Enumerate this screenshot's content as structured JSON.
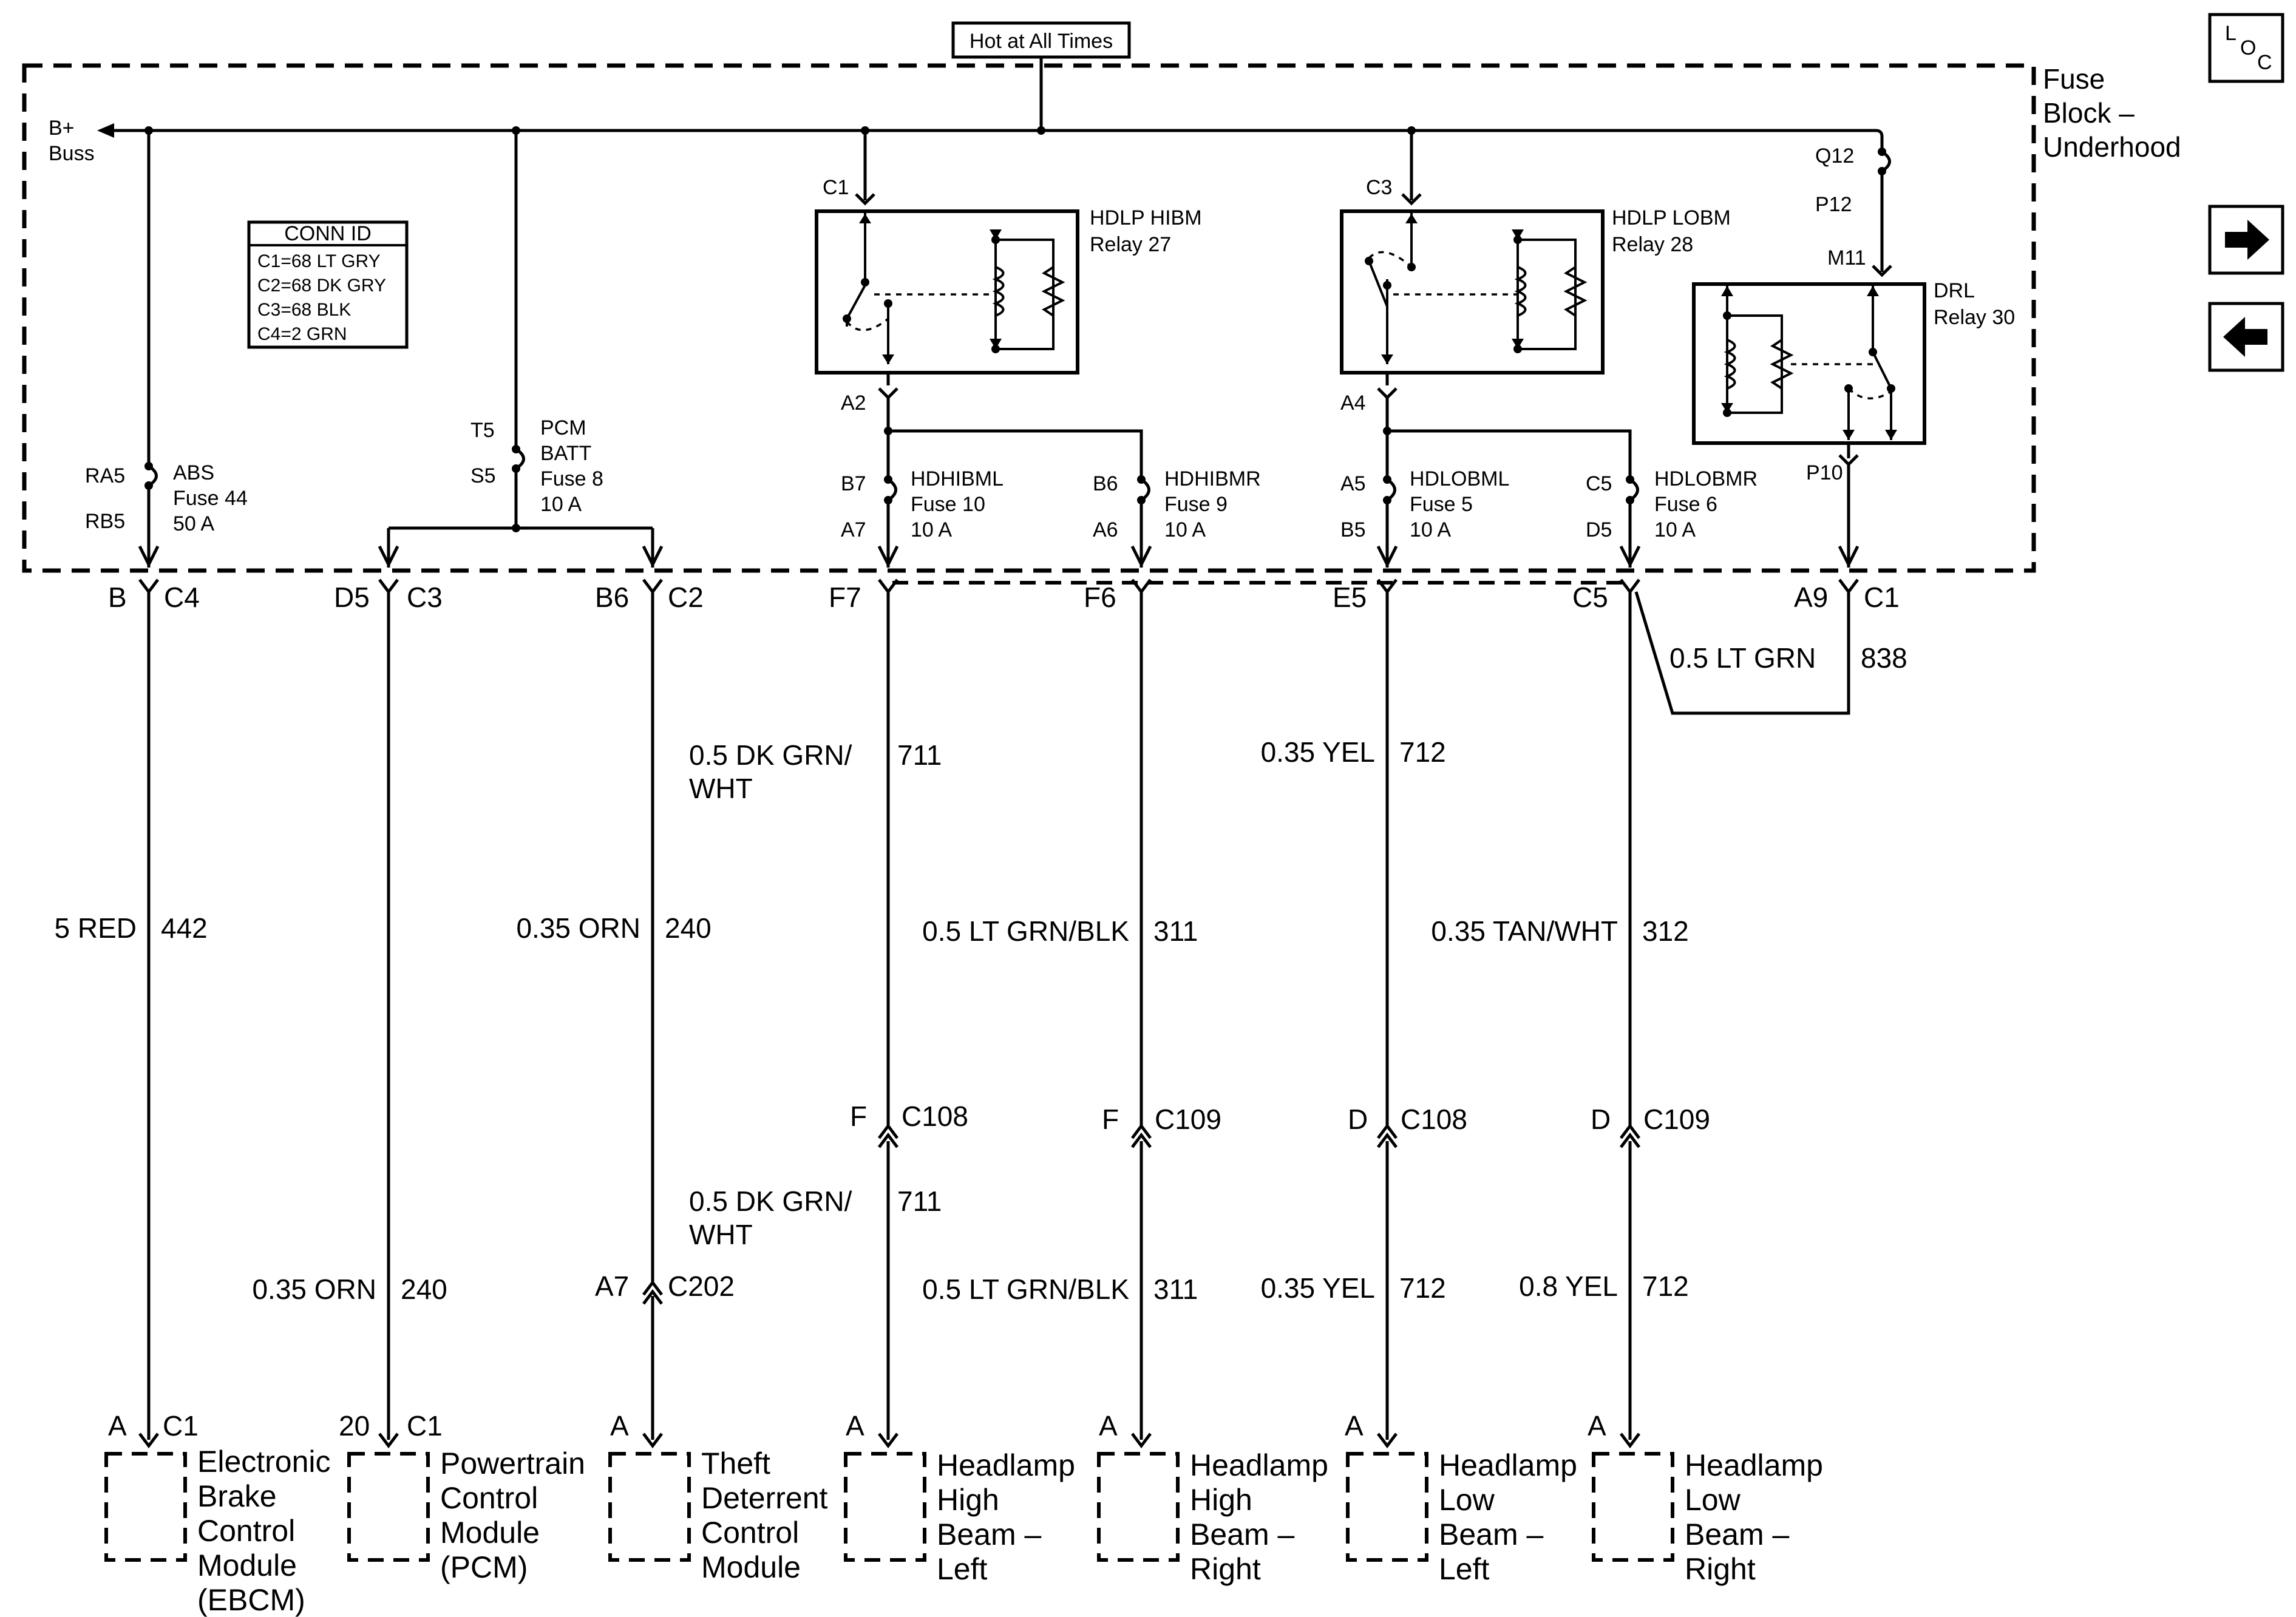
{
  "hot_label": "Hot at All Times",
  "fuse_block": {
    "line1": "Fuse",
    "line2": "Block –",
    "line3": "Underhood"
  },
  "bbus": {
    "line1": "B+",
    "line2": "Buss"
  },
  "conn_id": {
    "title": "CONN ID",
    "rows": [
      "C1=68 LT GRY",
      "C2=68 DK GRY",
      "C3=68 BLK",
      "C4=2 GRN"
    ]
  },
  "loc_icon": {
    "l": "L",
    "o": "O",
    "c": "C"
  },
  "nav": {
    "next_icon": "arrow-right-icon",
    "prev_icon": "arrow-left-icon"
  },
  "relays": {
    "hibm": {
      "name": "HDLP HIBM",
      "num": "Relay 27",
      "in": "C1",
      "out": "A2"
    },
    "lobm": {
      "name": "HDLP LOBM",
      "num": "Relay 28",
      "in": "C3",
      "out": "A4"
    },
    "drl": {
      "name": "DRL",
      "num": "Relay 30",
      "in": "M11",
      "out": "P10"
    }
  },
  "fuses": {
    "abs": {
      "top": "RA5",
      "bottom": "RB5",
      "l1": "ABS",
      "l2": "Fuse 44",
      "l3": "50 A"
    },
    "pcm": {
      "top": "T5",
      "bottom": "S5",
      "l1": "PCM",
      "l2": "BATT",
      "l3": "Fuse 8",
      "l4": "10 A"
    },
    "f10": {
      "top": "B7",
      "bottom": "A7",
      "l1": "HDHIBML",
      "l2": "Fuse 10",
      "l3": "10 A"
    },
    "f9": {
      "top": "B6",
      "bottom": "A6",
      "l1": "HDHIBMR",
      "l2": "Fuse 9",
      "l3": "10 A"
    },
    "f5": {
      "top": "A5",
      "bottom": "B5",
      "l1": "HDLOBML",
      "l2": "Fuse 5",
      "l3": "10 A"
    },
    "f6": {
      "top": "C5",
      "bottom": "D5",
      "l1": "HDLOBMR",
      "l2": "Fuse 6",
      "l3": "10 A"
    },
    "drl_fuse": {
      "top": "Q12",
      "bottom": "P12"
    }
  },
  "outputs": [
    {
      "pin": "B",
      "conn": "C4"
    },
    {
      "pin": "D5",
      "conn": "C3"
    },
    {
      "pin": "B6",
      "conn": "C2"
    },
    {
      "pin": "F7",
      "conn": ""
    },
    {
      "pin": "F6",
      "conn": ""
    },
    {
      "pin": "E5",
      "conn": ""
    },
    {
      "pin": "C5",
      "conn": ""
    },
    {
      "pin": "A9",
      "conn": "C1"
    }
  ],
  "wires": {
    "drl": {
      "color": "0.5 LT GRN",
      "circuit": "838"
    },
    "w711a": {
      "color1": "0.5 DK GRN/",
      "color2": "WHT",
      "circuit": "711"
    },
    "w712a": {
      "color": "0.35 YEL",
      "circuit": "712"
    },
    "w442": {
      "color": "5 RED",
      "circuit": "442"
    },
    "w240a": {
      "color": "0.35 ORN",
      "circuit": "240"
    },
    "w311a": {
      "color": "0.5 LT GRN/BLK",
      "circuit": "311"
    },
    "w312": {
      "color": "0.35 TAN/WHT",
      "circuit": "312"
    },
    "w711b": {
      "color1": "0.5 DK GRN/",
      "color2": "WHT",
      "circuit": "711"
    },
    "w240b": {
      "color": "0.35 ORN",
      "circuit": "240"
    },
    "w311b": {
      "color": "0.5 LT GRN/BLK",
      "circuit": "311"
    },
    "w712b": {
      "color": "0.35 YEL",
      "circuit": "712"
    },
    "w712c": {
      "color": "0.8 YEL",
      "circuit": "712"
    }
  },
  "inline_connectors": [
    {
      "pin": "F",
      "conn": "C108"
    },
    {
      "pin": "F",
      "conn": "C109"
    },
    {
      "pin": "D",
      "conn": "C108"
    },
    {
      "pin": "D",
      "conn": "C109"
    },
    {
      "pin": "A7",
      "conn": "C202"
    }
  ],
  "components": [
    {
      "pin": "A",
      "conn": "C1",
      "lines": [
        "Electronic",
        "Brake",
        "Control",
        "Module",
        "(EBCM)"
      ]
    },
    {
      "pin": "20",
      "conn": "C1",
      "lines": [
        "Powertrain",
        "Control",
        "Module",
        "(PCM)"
      ]
    },
    {
      "pin": "A",
      "conn": "",
      "lines": [
        "Theft",
        "Deterrent",
        "Control",
        "Module"
      ]
    },
    {
      "pin": "A",
      "conn": "",
      "lines": [
        "Headlamp",
        "High",
        "Beam –",
        "Left"
      ]
    },
    {
      "pin": "A",
      "conn": "",
      "lines": [
        "Headlamp",
        "High",
        "Beam –",
        "Right"
      ]
    },
    {
      "pin": "A",
      "conn": "",
      "lines": [
        "Headlamp",
        "Low",
        "Beam –",
        "Left"
      ]
    },
    {
      "pin": "A",
      "conn": "",
      "lines": [
        "Headlamp",
        "Low",
        "Beam –",
        "Right"
      ]
    }
  ]
}
